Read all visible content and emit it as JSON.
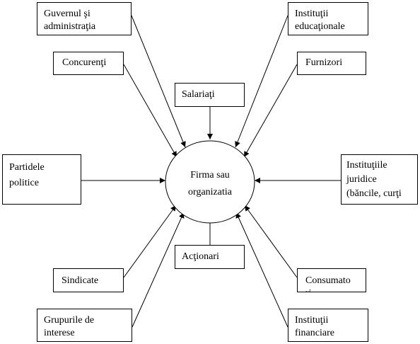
{
  "center": {
    "label": "Firma sau\norganizatia"
  },
  "boxes": {
    "guvernul": "Guvernul şi\nadministraţia",
    "institutii_educationale": "Instituţii\neducaţionale",
    "concurenti": "Concurenţi",
    "furnizori": "Furnizori",
    "salariati": "Salariaţi",
    "partidele": "Partidele\npolitice",
    "institutii_juridice": "Instituţiile\njuridice\n(băncile, curţi",
    "actionari": "Acţionari",
    "sindicate": "Sindicate",
    "consumatori": "Consumato\nri",
    "grupurile": "Grupurile de\ninterese",
    "institutii_financiare": "Instituţii\nfinanciare"
  }
}
